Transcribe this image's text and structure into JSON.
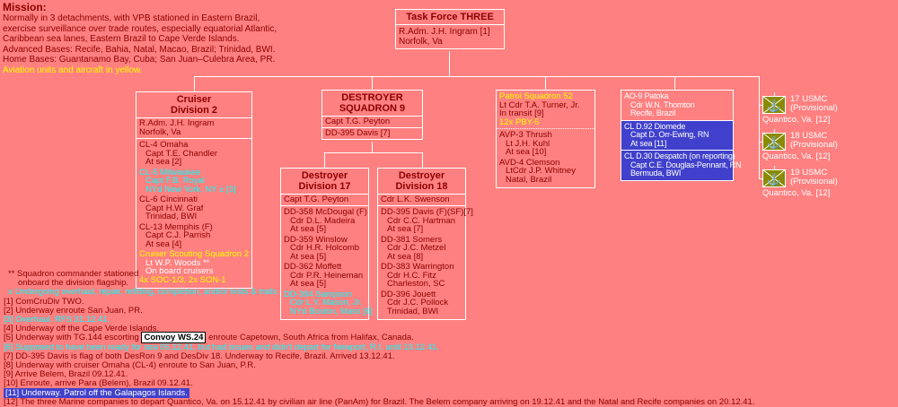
{
  "colors": {
    "background": "#FF8080",
    "text_main": "#8B0000",
    "aviation_yellow": "#FFFF00",
    "shipyard_cyan": "#00FFFF",
    "royal_navy_blue": "#4040CC",
    "marine_olive": "#8A8A00",
    "line_white": "#FFFFFF"
  },
  "mission": {
    "title": "Mission:",
    "lines": [
      "Normally in 3 detachments, with VPB stationed in Eastern Brazil,",
      "exercise surveillance over trade routes, especially equatorial Atlantic,",
      "Caribbean sea lanes, Eastern Brazil to Cape Verde Islands.",
      "Advanced Bases: Recife, Bahia, Natal, Macao, Brazil; Trinidad, BWI.",
      "Home Bases: Guantanamo Bay, Cuba; San Juan–Culebra Area, PR."
    ],
    "aviation_note": "Aviation units and aircraft in yellow."
  },
  "task_force": {
    "title": "Task Force THREE",
    "commander": "R.Adm. J.H. Ingram [1]",
    "location": "Norfolk, Va"
  },
  "cruiser_division": {
    "title1": "Cruiser",
    "title2": "Division 2",
    "commander": "R.Adm. J.H. Ingram",
    "location": "Norfolk, Va",
    "ships": [
      {
        "name": "CL-4 Omaha",
        "officer": "Capt T.E. Chandler",
        "status": "At sea [2]"
      },
      {
        "name": "CL-5 Milwaukee",
        "officer": "Capt F.B. Royal",
        "status": "NYd New York, NY ± [3]"
      },
      {
        "name": "CL-6 Cincinnati",
        "officer": "Capt H.W. Graf",
        "status": "Trinidad, BWI"
      },
      {
        "name": "CL-13 Memphis (F)",
        "officer": "Capt C.J. Parrish",
        "status": "At sea [4]"
      }
    ],
    "scouting": {
      "name": "Cruiser Scouting Squadron 2",
      "officer": "Lt W.P. Woods **",
      "note": "On board cruisers",
      "aircraft": "4x SOC-1/3, 2x SON-1"
    }
  },
  "destroyer_squadron": {
    "title1": "DESTROYER",
    "title2": "SQUADRON 9",
    "commander": "Capt T.G. Peyton",
    "flagship": "DD-395 Davis [7]"
  },
  "division_17": {
    "title1": "Destroyer",
    "title2": "Division 17",
    "commander": "Capt T.G. Peyton",
    "ships": [
      {
        "name": "DD-358 McDougal (F)",
        "officer": "Cdr D.L. Madeira",
        "status": "At sea [5]"
      },
      {
        "name": "DD-359 Winslow",
        "officer": "Cdr H.R. Holcomb",
        "status": "At sea [5]"
      },
      {
        "name": "DD-362 Moffett",
        "officer": "Cdr P.R. Heineman",
        "status": "At sea [5]"
      },
      {
        "name": "DD-394 Sampson",
        "officer": "Cdr L.Y. Mason, Jr.",
        "status": "NYd Boston, Mass [6]"
      }
    ]
  },
  "division_18": {
    "title1": "Destroyer",
    "title2": "Division 18",
    "commander": "Cdr L.K. Swenson",
    "ships": [
      {
        "name": "DD-395 Davis (F)(SF)[7]",
        "officer": "Cdr C.C. Hartman",
        "status": "At sea [7]"
      },
      {
        "name": "DD-381 Somers",
        "officer": "Cdr J.C. Metzel",
        "status": "At sea [8]"
      },
      {
        "name": "DD-383 Warrington",
        "officer": "Cdr H.C. Fitz",
        "status": "Charleston, SC"
      },
      {
        "name": "DD-396 Jouett",
        "officer": "Cdr J.C. Pollock",
        "status": "Trinidad, BWI"
      }
    ]
  },
  "patrol_group": {
    "squadron": {
      "name": "Patrol Squadron 52",
      "officer": "Lt Cdr T.A. Turner, Jr.",
      "status": "In transit [9]",
      "aircraft": "12x PBY-5"
    },
    "tenders": [
      {
        "name": "AVP-3 Thrush",
        "officer": "Lt J.H. Kuhl",
        "status": "At sea [10]"
      },
      {
        "name": "AVD-4 Clemson",
        "officer": "LtCdr J.P. Whitney",
        "status": "Natal, Brazil"
      }
    ]
  },
  "support_group": {
    "oiler": {
      "name": "AO-9 Patoka",
      "officer": "Cdr W.N. Thornton",
      "status": "Recife, Brazil"
    },
    "rn_cruisers": [
      {
        "name": "CL D.92 Diomede",
        "officer": "Capt D. Orr-Ewing, RN",
        "status": "At sea [11]"
      },
      {
        "name": "CL D.30 Despatch (on reporting)",
        "officer": "Capt C.E. Douglas-Pennant, RN",
        "status": "Bermuda, BWI"
      }
    ]
  },
  "marine_companies": [
    {
      "name": "17 USMC",
      "suffix": "(Provisional)",
      "location": "Quantico, Va. [12]"
    },
    {
      "name": "18 USMC",
      "suffix": "(Provisional)",
      "location": "Quantico, Va. [12]"
    },
    {
      "name": "19 USMC",
      "suffix": "(Provisional)",
      "location": "Quantico, Va. [12]"
    }
  ],
  "footnotes": {
    "f0": "** Squadron commander stationed",
    "f1": "onboard the division flagship.",
    "f2": "± Undergoing overhaul, repair, refitting, completion, and/or tests & trails.",
    "f3": "[1] ComCruDiv TWO.",
    "f4": "[2] Underway enroute San Juan, PR.",
    "f5": "[3] Overhaul. RFS 31.12.41.",
    "f6": "[4] Underway off the Cape Verde Islands.",
    "f7_pre": "[5] Underway with TG.144 escorting ",
    "f7_badge": "Convoy WS.24",
    "f7_post": " enroute Capetown, South Africa from Halifax, Canada.",
    "f8": "[6] Supposed to have been ready for sea 05.12.41, but had issues and didn't depart for Newport, R.I. until 13.12.41.",
    "f9": "[7] DD-395 Davis is flag of both DesRon 9 and DesDiv 18. Underway to Recife, Brazil. Arrived 13.12.41.",
    "f10": "[8] Underway with cruiser Omaha (CL-4) enroute to San Juan, P.R.",
    "f11": "[9] Arrive Belem, Brazil 09.12.41.",
    "f12": "[10] Enroute, arrive Para (Belem), Brazil 09.12.41.",
    "f13": "[11] Underway. Patrol off the Galapagos Islands.",
    "f14": "[12] The three Marine companies to depart Quantico, Va. on 15.12.41 by civilian air line (PanAm) for Brazil. The Belem company arriving on 19.12.41 and the Natal and Recife companies on 20.12.41."
  }
}
